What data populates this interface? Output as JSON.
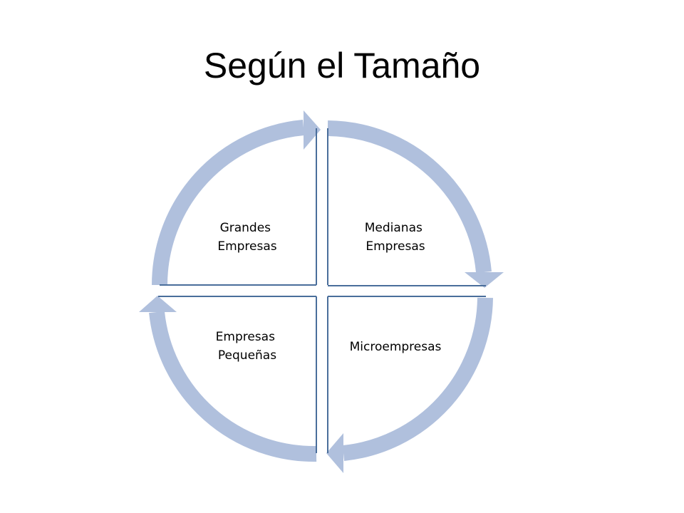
{
  "title": "Según el Tamaño",
  "colors": {
    "arrow": "#b0c0dd",
    "divider": "#4a6e9b",
    "text": "#000000",
    "background": "#ffffff"
  },
  "quadrants": [
    {
      "id": "top-left",
      "line1": "Grandes",
      "line2": "Empresas"
    },
    {
      "id": "top-right",
      "line1": "Medianas",
      "line2": "Empresas"
    },
    {
      "id": "bottom-right",
      "line1": "Microempresas",
      "line2": ""
    },
    {
      "id": "bottom-left",
      "line1": "Empresas",
      "line2": "Pequeñas"
    }
  ]
}
